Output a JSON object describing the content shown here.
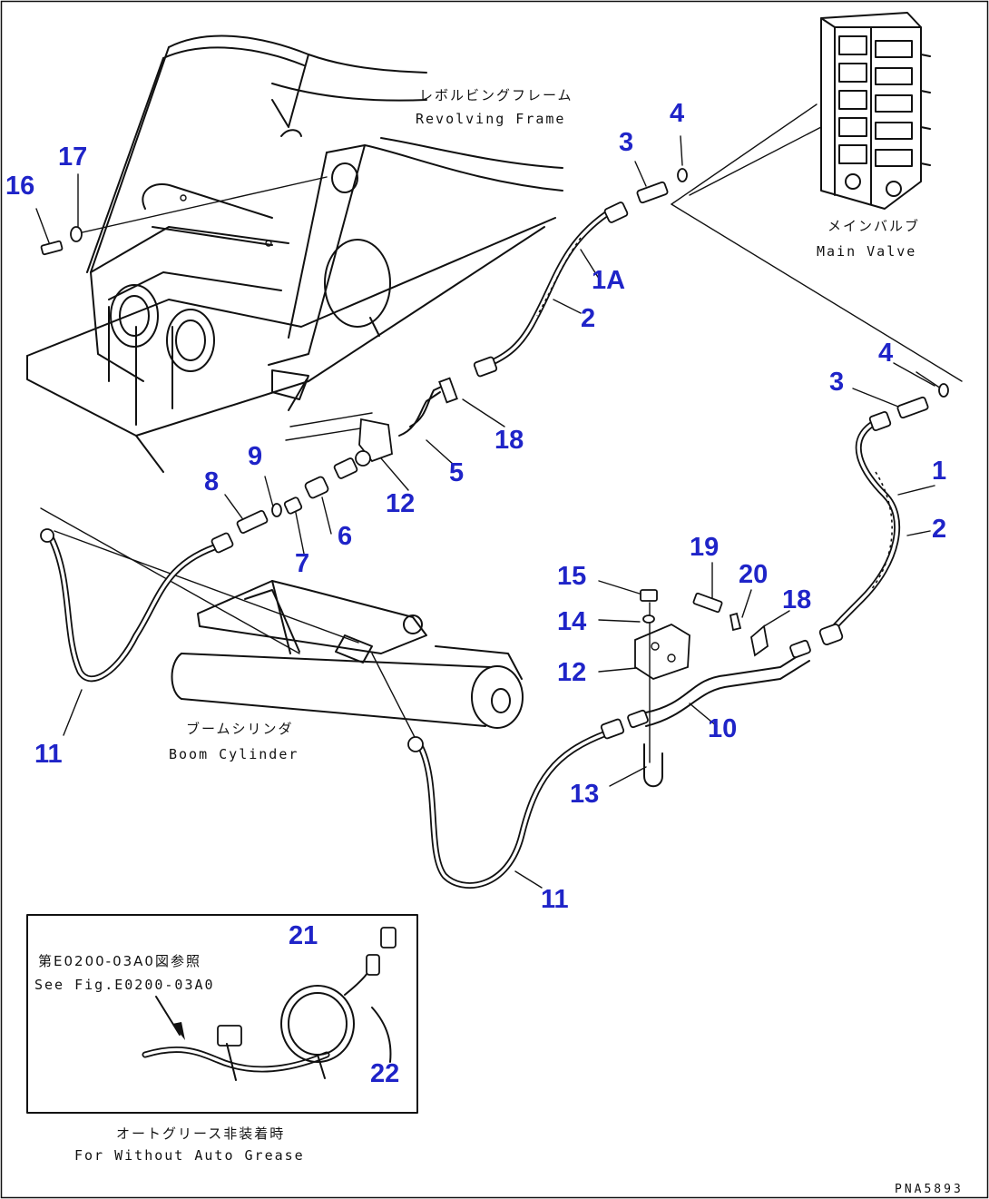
{
  "callouts": [
    {
      "id": "16",
      "text": "16"
    },
    {
      "id": "17",
      "text": "17"
    },
    {
      "id": "3a",
      "text": "3"
    },
    {
      "id": "4a",
      "text": "4"
    },
    {
      "id": "1A",
      "text": "1A"
    },
    {
      "id": "2a",
      "text": "2"
    },
    {
      "id": "18a",
      "text": "18"
    },
    {
      "id": "5",
      "text": "5"
    },
    {
      "id": "12a",
      "text": "12"
    },
    {
      "id": "9",
      "text": "9"
    },
    {
      "id": "8",
      "text": "8"
    },
    {
      "id": "6",
      "text": "6"
    },
    {
      "id": "7",
      "text": "7"
    },
    {
      "id": "4b",
      "text": "4"
    },
    {
      "id": "3b",
      "text": "3"
    },
    {
      "id": "1",
      "text": "1"
    },
    {
      "id": "2b",
      "text": "2"
    },
    {
      "id": "19",
      "text": "19"
    },
    {
      "id": "20",
      "text": "20"
    },
    {
      "id": "18b",
      "text": "18"
    },
    {
      "id": "15",
      "text": "15"
    },
    {
      "id": "14",
      "text": "14"
    },
    {
      "id": "12b",
      "text": "12"
    },
    {
      "id": "10",
      "text": "10"
    },
    {
      "id": "13",
      "text": "13"
    },
    {
      "id": "11a",
      "text": "11"
    },
    {
      "id": "11b",
      "text": "11"
    },
    {
      "id": "21",
      "text": "21"
    },
    {
      "id": "22",
      "text": "22"
    }
  ],
  "captions": {
    "revolving_frame_jp": "レボルビングフレーム",
    "revolving_frame_en": "Revolving Frame",
    "main_valve_jp": "メインバルブ",
    "main_valve_en": "Main Valve",
    "boom_cylinder_jp": "ブームシリンダ",
    "boom_cylinder_en": "Boom Cylinder",
    "see_fig_jp": "第E0200-03A0図参照",
    "see_fig_en": "See Fig.E0200-03A0",
    "without_auto_grease_jp": "オートグリース非装着時",
    "without_auto_grease_en": "For Without Auto Grease"
  },
  "drawing_code": "PNA5893",
  "colors": {
    "callout": "#1f24c8",
    "line": "#111111",
    "background": "#ffffff"
  }
}
